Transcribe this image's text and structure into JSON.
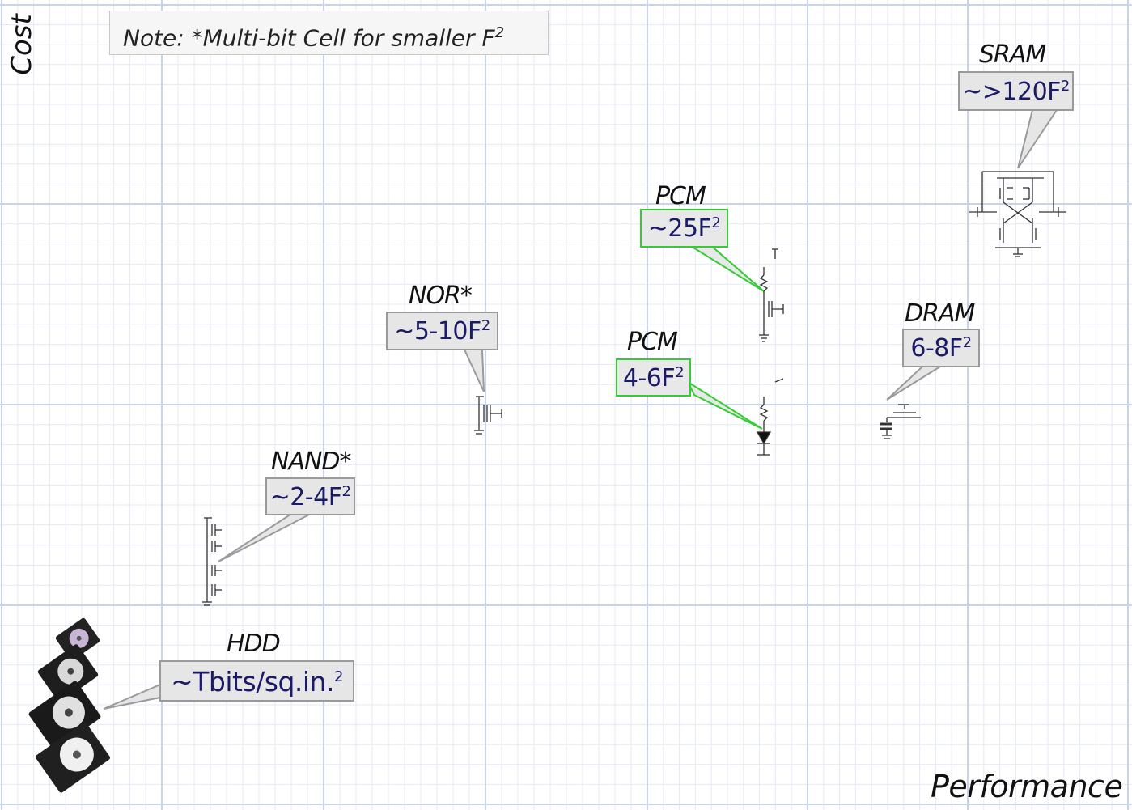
{
  "axes": {
    "y_label": "Cost",
    "x_label": "Performance"
  },
  "note": {
    "text": "Note: *Multi-bit Cell for smaller F",
    "sup": "2"
  },
  "technologies": [
    {
      "id": "sram",
      "name": "SRAM",
      "value": "~>120F",
      "sup": "2",
      "callout_style": "gray"
    },
    {
      "id": "pcm1",
      "name": "PCM",
      "value": "~25F",
      "sup": "2",
      "callout_style": "green"
    },
    {
      "id": "nor",
      "name": "NOR*",
      "value": "~5-10F",
      "sup": "2",
      "callout_style": "gray"
    },
    {
      "id": "pcm2",
      "name": "PCM",
      "value": "4-6F",
      "sup": "2",
      "callout_style": "green"
    },
    {
      "id": "dram",
      "name": "DRAM",
      "value": "6-8F",
      "sup": "2",
      "callout_style": "gray"
    },
    {
      "id": "nand",
      "name": "NAND*",
      "value": "~2-4F",
      "sup": "2",
      "callout_style": "gray"
    },
    {
      "id": "hdd",
      "name": "HDD",
      "value": "~Tbits/sq.in.",
      "sup": "2",
      "callout_style": "gray"
    }
  ],
  "colors": {
    "major_grid": "#c8d4ee",
    "minor_grid": "#e4e9f4",
    "callout_gray_border": "#9a9a9a",
    "callout_green_border": "#33cc33",
    "value_text": "#1a1a66"
  },
  "icons": [
    "sram-cell-schematic-icon",
    "pcm-transistor-cell-icon",
    "nor-cell-icon",
    "pcm-diode-cell-icon",
    "dram-cell-icon",
    "nand-string-icon",
    "hdd-stack-icon"
  ]
}
